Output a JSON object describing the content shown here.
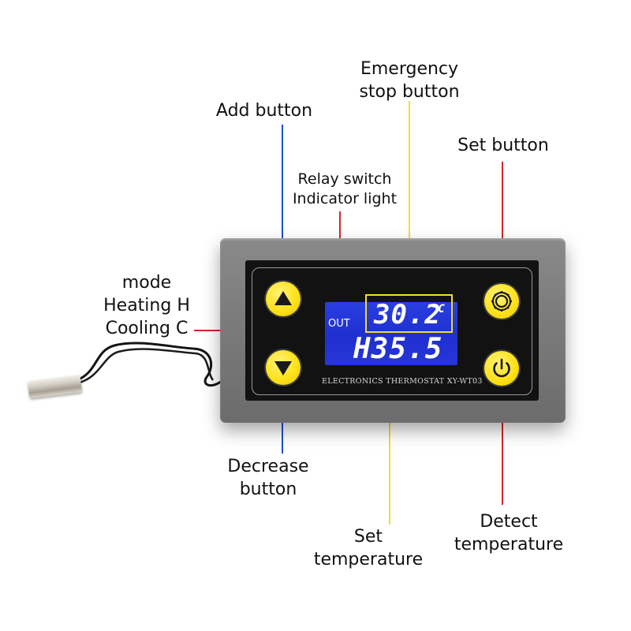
{
  "labels": {
    "add_button": "Add button",
    "emergency_line1": "Emergency",
    "emergency_line2": "stop button",
    "set_button": "Set button",
    "relay_line1": "Relay switch",
    "relay_line2": "Indicator light",
    "mode_line1": "mode",
    "mode_line2": "Heating H",
    "mode_line3": "Cooling C",
    "decrease_line1": "Decrease",
    "decrease_line2": "button",
    "set_temp_line1": "Set",
    "set_temp_line2": "temperature",
    "detect_line1": "Detect",
    "detect_line2": "temperature"
  },
  "display": {
    "out_indicator": "OUT",
    "detected_temperature": "30.2",
    "unit": "°C",
    "mode_and_set_temperature": "H35.5",
    "model_text": "ELECTRONICS THERMOSTAT XY-WT03"
  },
  "icons": {
    "add": "triangle-up-icon",
    "decrease": "triangle-down-icon",
    "set": "gear-icon",
    "power": "power-icon"
  },
  "colors": {
    "blue_lines": "#1e4fd8",
    "yellow_lines": "#f2df2a",
    "red_lines": "#d8232a",
    "button_yellow": "#ffe21a",
    "lcd_blue": "#2233d8"
  }
}
